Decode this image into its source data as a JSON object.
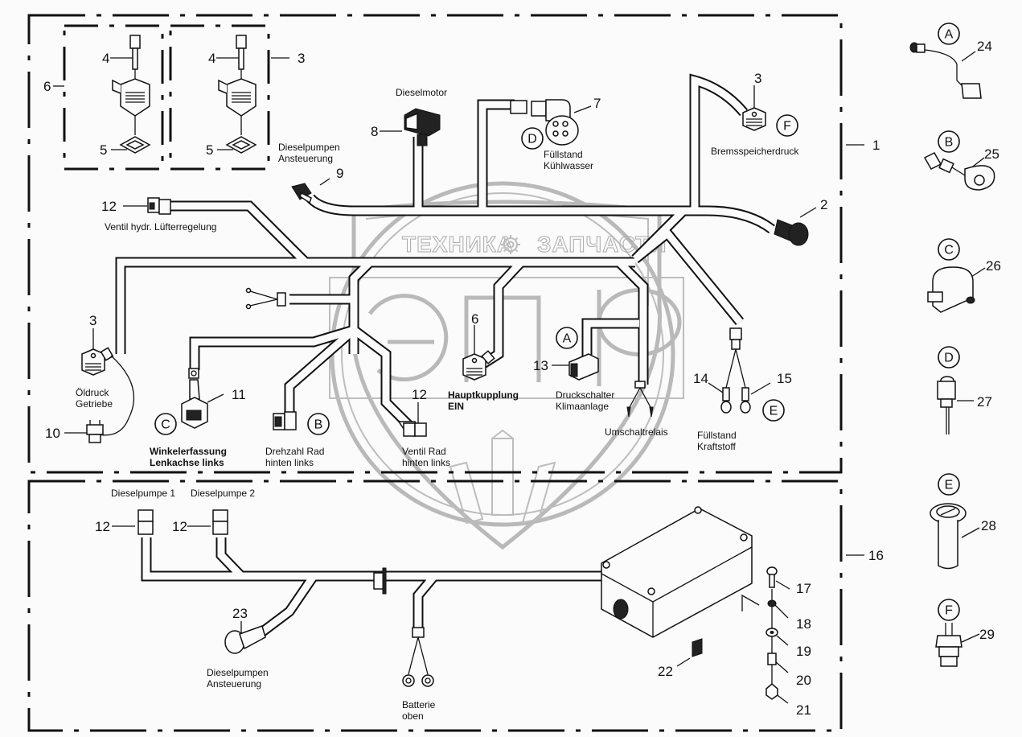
{
  "watermark": {
    "text_left": "ТЕХНИКА",
    "text_right": "ЗАПЧАСТИ",
    "icon": "gear-icon"
  },
  "groups": [
    {
      "id": "1",
      "label": "1",
      "description": "Main wiring harness group"
    },
    {
      "id": "3",
      "label": "3",
      "description": "Valve connector subgroup"
    },
    {
      "id": "6",
      "label": "6",
      "description": "Valve connector subgroup"
    },
    {
      "id": "16",
      "label": "16",
      "description": "Diesel pump harness group"
    }
  ],
  "callouts": [
    {
      "key": "c6_group",
      "text": "6"
    },
    {
      "key": "c4a",
      "text": "4"
    },
    {
      "key": "c5a",
      "text": "5"
    },
    {
      "key": "c4b",
      "text": "4"
    },
    {
      "key": "c5b",
      "text": "5"
    },
    {
      "key": "c3_group",
      "text": "3"
    },
    {
      "key": "c8",
      "text": "8"
    },
    {
      "key": "c9",
      "text": "9"
    },
    {
      "key": "c7",
      "text": "7"
    },
    {
      "key": "c3_brems",
      "text": "3"
    },
    {
      "key": "c1",
      "text": "1"
    },
    {
      "key": "c2",
      "text": "2"
    },
    {
      "key": "c12_luefter",
      "text": "12"
    },
    {
      "key": "c3_oel",
      "text": "3"
    },
    {
      "key": "c10",
      "text": "10"
    },
    {
      "key": "c11",
      "text": "11"
    },
    {
      "key": "c12_rad",
      "text": "12"
    },
    {
      "key": "c6_kupplung",
      "text": "6"
    },
    {
      "key": "c13",
      "text": "13"
    },
    {
      "key": "c14",
      "text": "14"
    },
    {
      "key": "c15",
      "text": "15"
    },
    {
      "key": "c12_dp1",
      "text": "12"
    },
    {
      "key": "c12_dp2",
      "text": "12"
    },
    {
      "key": "c23",
      "text": "23"
    },
    {
      "key": "c16",
      "text": "16"
    },
    {
      "key": "c17",
      "text": "17"
    },
    {
      "key": "c18",
      "text": "18"
    },
    {
      "key": "c19",
      "text": "19"
    },
    {
      "key": "c20",
      "text": "20"
    },
    {
      "key": "c21",
      "text": "21"
    },
    {
      "key": "c22",
      "text": "22"
    },
    {
      "key": "c24",
      "text": "24"
    },
    {
      "key": "c25",
      "text": "25"
    },
    {
      "key": "c26",
      "text": "26"
    },
    {
      "key": "c27",
      "text": "27"
    },
    {
      "key": "c28",
      "text": "28"
    },
    {
      "key": "c29",
      "text": "29"
    }
  ],
  "labels": [
    {
      "key": "dieselmotor",
      "lines": [
        "Dieselmotor"
      ],
      "bold": false
    },
    {
      "key": "dp_ansteuerung_top",
      "lines": [
        "Dieselpumpen",
        "Ansteuerung"
      ],
      "bold": false
    },
    {
      "key": "fuellstand_kuehlwasser",
      "lines": [
        "Füllstand",
        "Kühlwasser"
      ],
      "bold": false
    },
    {
      "key": "bremsspeicherdruck",
      "lines": [
        "Bremsspeicherdruck"
      ],
      "bold": false
    },
    {
      "key": "ventil_luefter",
      "lines": [
        "Ventil hydr. Lüfterregelung"
      ],
      "bold": false
    },
    {
      "key": "oeldruck",
      "lines": [
        "Öldruck",
        "Getriebe"
      ],
      "bold": false
    },
    {
      "key": "winkelerfassung",
      "lines": [
        "Winkelerfassung",
        "Lenkachse links"
      ],
      "bold": true
    },
    {
      "key": "drehzahl",
      "lines": [
        "Drehzahl Rad",
        "hinten links"
      ],
      "bold": false
    },
    {
      "key": "ventil_rad",
      "lines": [
        "Ventil Rad",
        "hinten links"
      ],
      "bold": false
    },
    {
      "key": "hauptkupplung",
      "lines": [
        "Hauptkupplung",
        "EIN"
      ],
      "bold": true
    },
    {
      "key": "druckschalter",
      "lines": [
        "Druckschalter",
        "Klimaanlage"
      ],
      "bold": false
    },
    {
      "key": "umschaltrelais",
      "lines": [
        "Umschaltrelais"
      ],
      "bold": false
    },
    {
      "key": "fuellstand_kraftstoff",
      "lines": [
        "Füllstand",
        "Kraftstoff"
      ],
      "bold": false
    },
    {
      "key": "dieselpumpe1",
      "lines": [
        "Dieselpumpe 1"
      ],
      "bold": false
    },
    {
      "key": "dieselpumpe2",
      "lines": [
        "Dieselpumpe 2"
      ],
      "bold": false
    },
    {
      "key": "dp_ansteuerung_bottom",
      "lines": [
        "Dieselpumpen",
        "Ansteuerung"
      ],
      "bold": false
    },
    {
      "key": "batterie",
      "lines": [
        "Batterie",
        "oben"
      ],
      "bold": false
    }
  ],
  "detail_markers": [
    {
      "key": "m_D_top",
      "letter": "D"
    },
    {
      "key": "m_F_top",
      "letter": "F"
    },
    {
      "key": "m_C_main",
      "letter": "C"
    },
    {
      "key": "m_B_main",
      "letter": "B"
    },
    {
      "key": "m_A_main",
      "letter": "A"
    },
    {
      "key": "m_E_main",
      "letter": "E"
    },
    {
      "key": "m_A_side",
      "letter": "A"
    },
    {
      "key": "m_B_side",
      "letter": "B"
    },
    {
      "key": "m_C_side",
      "letter": "C"
    },
    {
      "key": "m_D_side",
      "letter": "D"
    },
    {
      "key": "m_E_side",
      "letter": "E"
    },
    {
      "key": "m_F_side",
      "letter": "F"
    }
  ],
  "side_parts": [
    {
      "marker": "A",
      "part_number": "24",
      "component": "pressure-switch-with-lead"
    },
    {
      "marker": "B",
      "part_number": "25",
      "component": "speed-sensor"
    },
    {
      "marker": "C",
      "part_number": "26",
      "component": "angle-sensor"
    },
    {
      "marker": "D",
      "part_number": "27",
      "component": "coolant-level-sensor"
    },
    {
      "marker": "E",
      "part_number": "28",
      "component": "fuel-level-sender"
    },
    {
      "marker": "F",
      "part_number": "29",
      "component": "pressure-sensor"
    }
  ]
}
